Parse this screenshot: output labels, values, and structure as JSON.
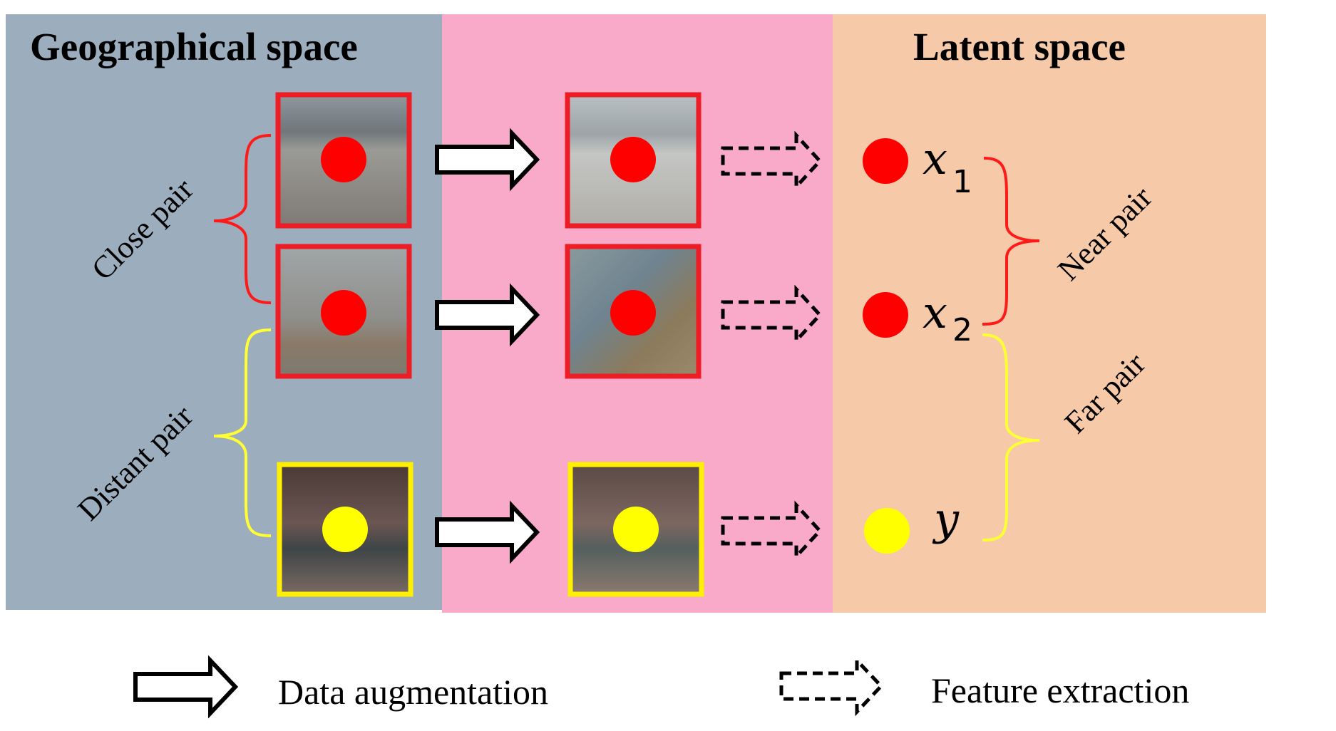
{
  "panels": {
    "geographical": {
      "title": "Geographical space",
      "color": "#9cadbd"
    },
    "augmentation": {
      "color": "#f8aac8"
    },
    "latent": {
      "title": "Latent space",
      "color": "#f6c9a9"
    }
  },
  "labels": {
    "close_pair": "Close pair",
    "distant_pair": "Distant  pair",
    "near_pair": "Near pair",
    "far_pair": "Far pair"
  },
  "points": {
    "x1": {
      "base": "x",
      "sub": "1"
    },
    "x2": {
      "base": "x",
      "sub": "2"
    },
    "y": {
      "base": "y"
    }
  },
  "legend": {
    "augmentation": "Data augmentation",
    "extraction": "Feature extraction"
  },
  "colors": {
    "red": "#ff0000",
    "yellow": "#ffff00",
    "frame_red": "#ee1c24",
    "frame_yellow": "#ffef00",
    "brace_red": "#ff1a1a",
    "brace_yellow": "#ffff33"
  }
}
